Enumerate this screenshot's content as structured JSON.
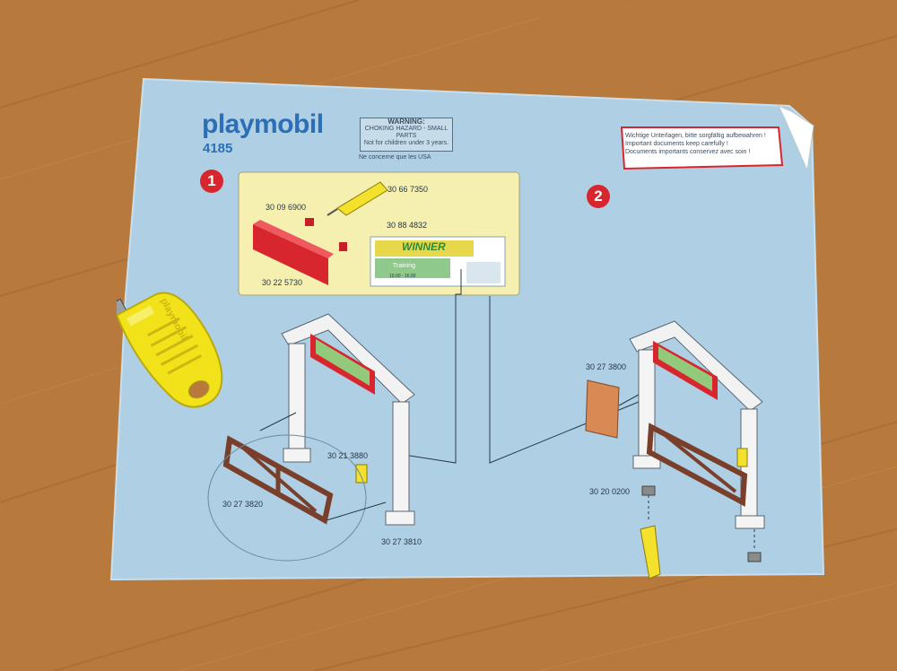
{
  "brand": {
    "logo": "playmobil",
    "model_number": "4185"
  },
  "warning": {
    "title": "WARNING:",
    "line1": "CHOKING HAZARD - SMALL PARTS",
    "line2": "Not for children under 3 years.",
    "usa_note": "Ne concerne que les USA"
  },
  "documents_note": {
    "line1": "Wichtige Unterlagen, bitte sorgfältig aufbewahren !",
    "line2": "Important documents keep carefully !",
    "line3": "Documents importants conservez avec soin !"
  },
  "steps": [
    {
      "number": "1"
    },
    {
      "number": "2"
    }
  ],
  "parts": {
    "p1": "30 66 7350",
    "p2": "30 09 6900",
    "p3": "30 88 4832",
    "p4": "30 22 5730",
    "p5": "30 21 3880",
    "p6": "30 27 3820",
    "p7": "30 27 3810",
    "p8": "30 27 3800",
    "p9": "30 20 0200"
  },
  "banner": {
    "headline": "WINNER",
    "label": "Training",
    "times": "10.00 - 16.00"
  },
  "key_tool": {
    "brand": "playmobil",
    "color": "#f2e21a"
  },
  "colors": {
    "sheet": "#aecfe4",
    "panel": "#f5efb0",
    "red_part": "#d8262e",
    "floor": "#b77a3c"
  }
}
